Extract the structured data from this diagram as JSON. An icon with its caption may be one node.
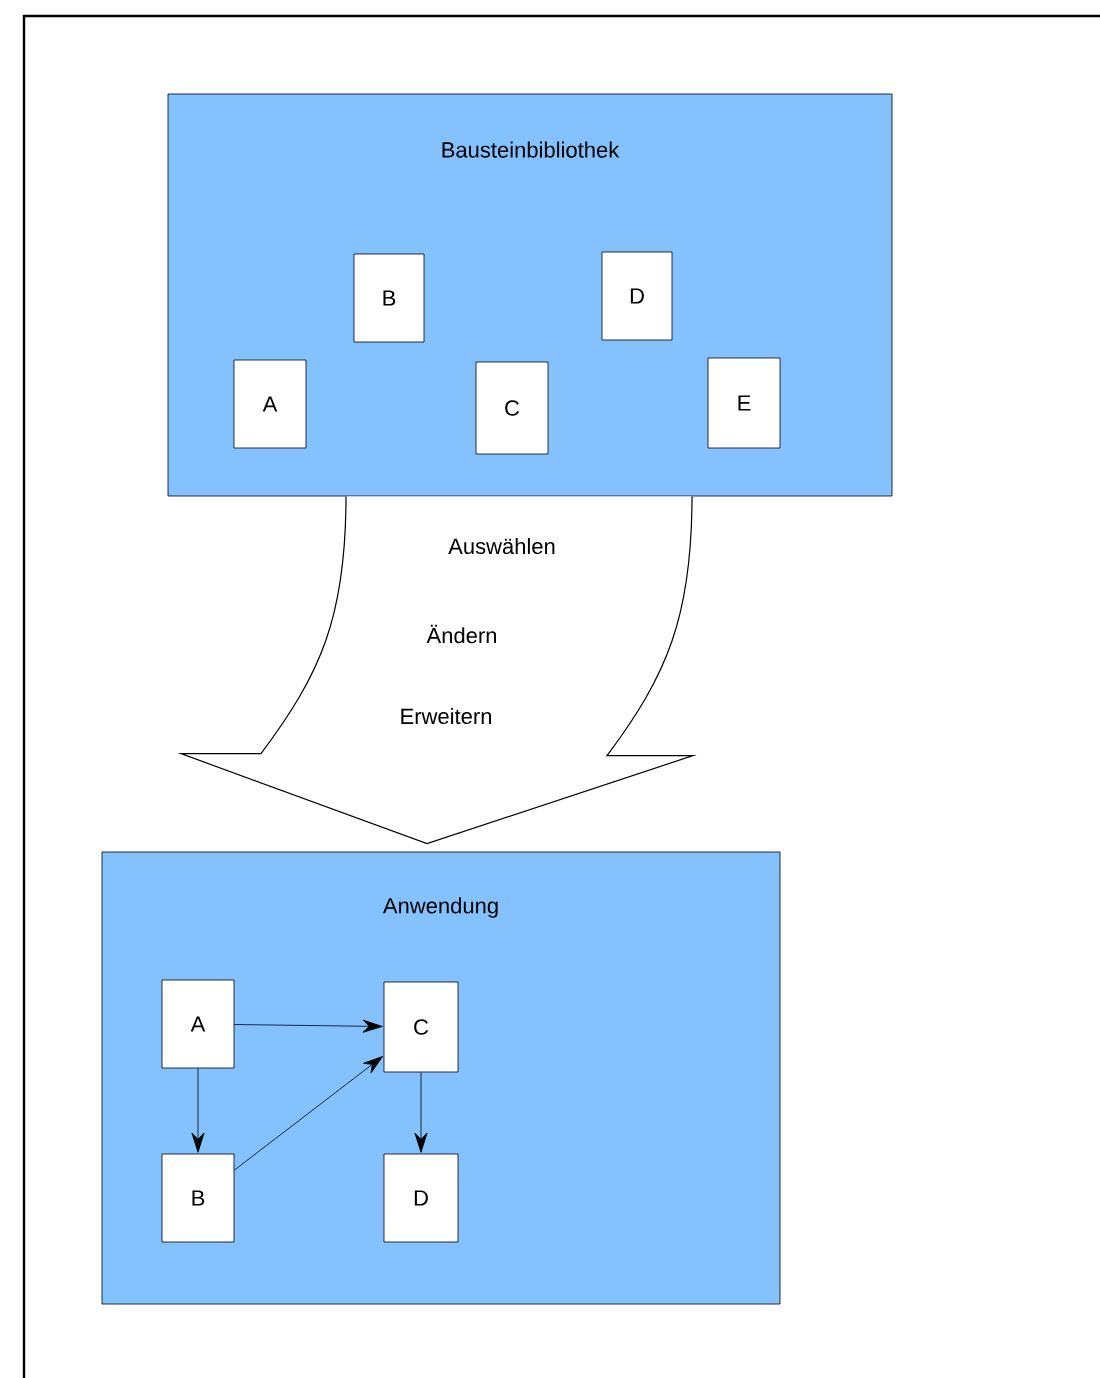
{
  "diagram": {
    "nodes": [
      {
        "text": [
          "Bausteinbibliothek"
        ]
      },
      {
        "text": [
          "B"
        ],
        "in": 0
      },
      {
        "text": [
          "D"
        ],
        "in": 0
      },
      {
        "text": [
          "A"
        ],
        "in": 0
      },
      {
        "text": [
          "C"
        ],
        "in": 0
      },
      {
        "text": [
          "E"
        ],
        "in": 0
      },
      {
        "text": [
          "Anwendung"
        ]
      },
      {
        "text": [
          "A"
        ],
        "in": 6
      },
      {
        "text": [
          "C"
        ],
        "in": 6
      },
      {
        "text": [
          "B"
        ],
        "in": 6
      },
      {
        "text": [
          "D"
        ],
        "in": 6
      }
    ],
    "edges": [
      {
        "from": 0,
        "to": 6,
        "arrow": "to",
        "style": "thick"
      },
      {
        "from": 7,
        "to": 8,
        "arrow": "to"
      },
      {
        "from": 7,
        "to": 9,
        "arrow": "to"
      },
      {
        "from": 9,
        "to": 8,
        "arrow": "to"
      },
      {
        "from": 8,
        "to": 10,
        "arrow": "to"
      }
    ],
    "labels": [
      "Auswählen",
      "Ändern",
      "Erweitern"
    ]
  }
}
